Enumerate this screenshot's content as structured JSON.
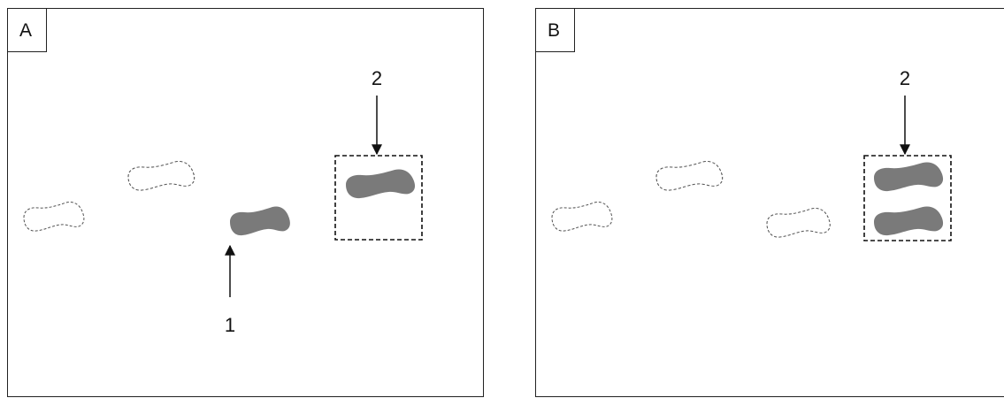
{
  "panels": [
    {
      "label": "A",
      "callouts": [
        "1",
        "2"
      ]
    },
    {
      "label": "B",
      "callouts": [
        "2"
      ]
    }
  ],
  "colors": {
    "filled_footprint": "#7a7a7a",
    "outline": "#555555",
    "frame": "#222222"
  }
}
